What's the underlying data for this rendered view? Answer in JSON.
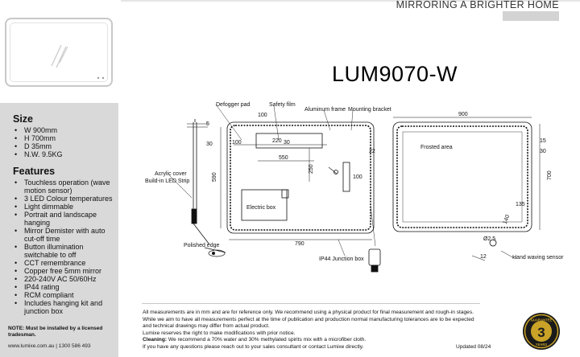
{
  "brand": {
    "tagline": "MIRRORING A BRIGHTER HOME"
  },
  "product": {
    "model": "LUM9070-W"
  },
  "size": {
    "title": "Size",
    "items": [
      "W 900mm",
      "H 700mm",
      "D 35mm",
      "N.W. 9.5KG"
    ]
  },
  "features": {
    "title": "Features",
    "items": [
      "Touchless operation (wave motion sensor)",
      "3 LED Colour temperatures",
      "Light dimmable",
      "Portrait and landscape hanging",
      "Mirror Demister with auto cut-off time",
      "Button illumination switchable to off",
      "CCT remembrance",
      "Copper free 5mm mirror",
      "220-240V AC 50/60Hz",
      "IP44 rating",
      "RCM compliant",
      "Includes hanging kit and junction box"
    ]
  },
  "left_note": "NOTE: Must be installed by a licensed tradesman.",
  "contact": "www.lumixe.com.au  |  1300 586 493",
  "drawing": {
    "labels": {
      "defogger": "Defogger pad",
      "safety_film": "Safety film",
      "aluminum_frame": "Aluminum frame",
      "mounting_bracket": "Mounting bracket",
      "acrylic_cover": "Acrylic cover",
      "led_strip": "Build-in LED Strip",
      "polished_edge": "Polished edge",
      "electric_box": "Electric box",
      "ip44_box": "IP44 Junction box",
      "frosted_area": "Frosted area",
      "wave_sensor": "Hand waving sensor"
    },
    "dims": {
      "d5": "5",
      "d30a": "30",
      "d100a": "100",
      "d100b": "100",
      "d220": "220",
      "d30b": "30",
      "d550": "550",
      "d22": "22",
      "d590": "590",
      "d250": "250",
      "d100c": "100",
      "d790": "790",
      "d900": "900",
      "d15": "15",
      "d30c": "30",
      "d700": "700",
      "d135": "135",
      "d140": "140",
      "d2_5": "Ø2.5",
      "d12": "12"
    }
  },
  "disclaimer": {
    "p1": "All measurements are in mm and are for reference only.  We recommend using a physical product for final measurement and rough-in stages.  While we aim to have all measurements perfect at the time of publication and production normal manufacturing tolerances are to be expected and technical drawings may differ from actual product.",
    "p2": "Lumixe reserves the right to make modifications with prior notice.",
    "cleaning_label": "Cleaning:",
    "cleaning": " We recommend a 70% water and 30% methylated spirits mix with a microfiber cloth.",
    "p3": "If you have any questions please reach out to your sales consultant or contact Lumixe directly.",
    "updated": "Updated 08/24"
  },
  "guarantee": {
    "top": "GUARANTEE",
    "number": "3",
    "bottom": "YEARS"
  },
  "colors": {
    "panel": "#d9d9d9",
    "badge_gold": "#c9a227",
    "badge_black": "#1a1a1a"
  }
}
